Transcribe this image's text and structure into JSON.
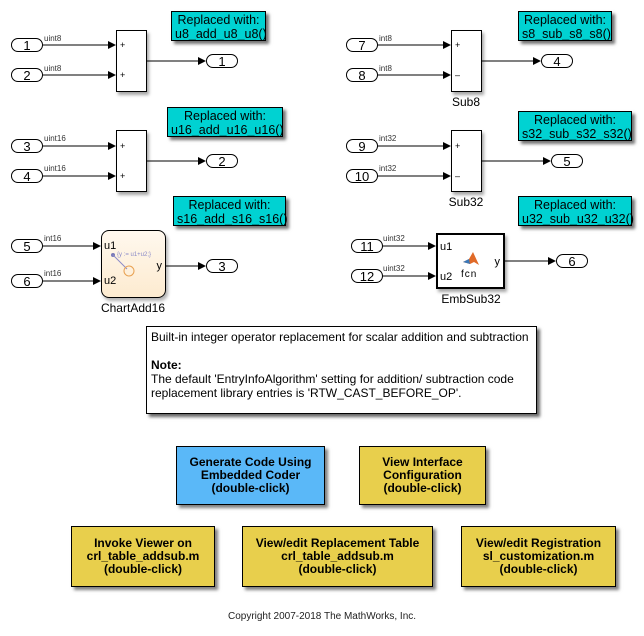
{
  "diagram": {
    "add8": {
      "inports": [
        "1",
        "2"
      ],
      "signal_types": [
        "uint8",
        "uint8"
      ],
      "signs": [
        "+",
        "+"
      ],
      "outport": "1",
      "block_label": "",
      "note": [
        "Replaced with:",
        "u8_add_u8_u8()"
      ]
    },
    "add16": {
      "inports": [
        "3",
        "4"
      ],
      "signal_types": [
        "uint16",
        "uint16"
      ],
      "signs": [
        "+",
        "+"
      ],
      "outport": "2",
      "block_label": "",
      "note": [
        "Replaced with:",
        "u16_add_u16_u16()"
      ]
    },
    "chart": {
      "inports": [
        "5",
        "6"
      ],
      "signal_types": [
        "int16",
        "int16"
      ],
      "in_ports": [
        "u1",
        "u2"
      ],
      "out_port": "y",
      "transition": "{y := u1+u2;}",
      "outport": "3",
      "block_label": "ChartAdd16",
      "note": [
        "Replaced with:",
        "s16_add_s16_s16()"
      ]
    },
    "sub8": {
      "inports": [
        "7",
        "8"
      ],
      "signal_types": [
        "int8",
        "int8"
      ],
      "signs": [
        "+",
        "–"
      ],
      "outport": "4",
      "block_label": "Sub8",
      "note": [
        "Replaced with:",
        "s8_sub_s8_s8()"
      ]
    },
    "sub32": {
      "inports": [
        "9",
        "10"
      ],
      "signal_types": [
        "int32",
        "int32"
      ],
      "signs": [
        "+",
        "–"
      ],
      "outport": "5",
      "block_label": "Sub32",
      "note": [
        "Replaced with:",
        "s32_sub_s32_s32()"
      ]
    },
    "emb": {
      "inports": [
        "11",
        "12"
      ],
      "signal_types": [
        "uint32",
        "uint32"
      ],
      "in_ports": [
        "u1",
        "u2"
      ],
      "out_port": "y",
      "fcn": "fcn",
      "outport": "6",
      "block_label": "EmbSub32",
      "note": [
        "Replaced with:",
        "u32_sub_u32_u32()"
      ]
    }
  },
  "description": {
    "line1": "Built-in integer operator replacement for scalar addition and subtraction",
    "note_heading": "Note:",
    "note_line1": "The default 'EntryInfoAlgorithm' setting for addition/ subtraction code",
    "note_line2": "replacement library entries is 'RTW_CAST_BEFORE_OP'."
  },
  "buttons": {
    "generate": {
      "lines": [
        "Generate Code Using",
        "Embedded Coder",
        "(double-click)"
      ],
      "color": "#5ab8f8"
    },
    "interface": {
      "lines": [
        "View Interface",
        "Configuration",
        "(double-click)"
      ],
      "color": "#e8cf4c"
    },
    "viewer": {
      "lines": [
        "Invoke Viewer on",
        "crl_table_addsub.m",
        "(double-click)"
      ],
      "color": "#e8cf4c"
    },
    "table": {
      "lines": [
        "View/edit Replacement Table",
        "crl_table_addsub.m",
        "(double-click)"
      ],
      "color": "#e8cf4c"
    },
    "registration": {
      "lines": [
        "View/edit Registration",
        "sl_customization.m",
        "(double-click)"
      ],
      "color": "#e8cf4c"
    }
  },
  "copyright": "Copyright 2007-2018 The MathWorks, Inc."
}
